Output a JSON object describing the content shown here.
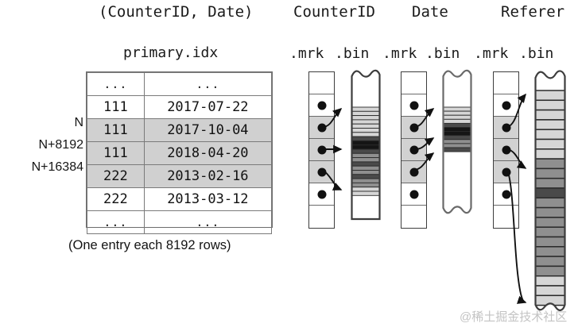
{
  "headers": {
    "primary_key": "(CounterID, Date)",
    "columns": [
      {
        "name": "CounterID",
        "mrk": ".mrk",
        "bin": ".bin"
      },
      {
        "name": "Date",
        "mrk": ".mrk",
        "bin": ".bin"
      },
      {
        "name": "Referer",
        "mrk": ".mrk",
        "bin": ".bin"
      }
    ]
  },
  "primary_index": {
    "file_label": "primary.idx",
    "caption": "(One entry each 8192 rows)",
    "column_headers": [
      "...",
      "..."
    ],
    "rows": [
      {
        "label": "",
        "counter_id": "...",
        "date": "...",
        "selected": false
      },
      {
        "label": "",
        "counter_id": "111",
        "date": "2017-07-22",
        "selected": false
      },
      {
        "label": "N",
        "counter_id": "111",
        "date": "2017-10-04",
        "selected": true
      },
      {
        "label": "N+8192",
        "counter_id": "111",
        "date": "2018-04-20",
        "selected": true
      },
      {
        "label": "N+16384",
        "counter_id": "222",
        "date": "2013-02-16",
        "selected": true
      },
      {
        "label": "",
        "counter_id": "222",
        "date": "2013-03-12",
        "selected": false
      },
      {
        "label": "",
        "counter_id": "...",
        "date": "...",
        "selected": false
      }
    ]
  },
  "mark_columns": [
    {
      "for": "CounterID",
      "marks": [
        {
          "has_dot": false,
          "selected": false
        },
        {
          "has_dot": true,
          "selected": false
        },
        {
          "has_dot": true,
          "selected": true
        },
        {
          "has_dot": true,
          "selected": true
        },
        {
          "has_dot": true,
          "selected": true
        },
        {
          "has_dot": true,
          "selected": false
        },
        {
          "has_dot": false,
          "selected": false
        }
      ]
    },
    {
      "for": "Date",
      "marks": [
        {
          "has_dot": false,
          "selected": false
        },
        {
          "has_dot": true,
          "selected": false
        },
        {
          "has_dot": true,
          "selected": true
        },
        {
          "has_dot": true,
          "selected": true
        },
        {
          "has_dot": true,
          "selected": true
        },
        {
          "has_dot": true,
          "selected": false
        },
        {
          "has_dot": false,
          "selected": false
        }
      ]
    },
    {
      "for": "Referer",
      "marks": [
        {
          "has_dot": false,
          "selected": false
        },
        {
          "has_dot": true,
          "selected": false
        },
        {
          "has_dot": true,
          "selected": true
        },
        {
          "has_dot": true,
          "selected": true
        },
        {
          "has_dot": true,
          "selected": true
        },
        {
          "has_dot": true,
          "selected": false
        },
        {
          "has_dot": false,
          "selected": false
        }
      ]
    }
  ],
  "colors": {
    "selected_row": "#d0d0d0",
    "stripe_light": "#d6d6d6",
    "stripe_mid": "#8f8f8f",
    "stripe_dark": "#4a4a4a",
    "stripe_black": "#151515",
    "outline": "#3d3d3d",
    "dot": "#111111",
    "watermark": "#c3c3c3"
  },
  "watermark": "@稀土掘金技术社区"
}
